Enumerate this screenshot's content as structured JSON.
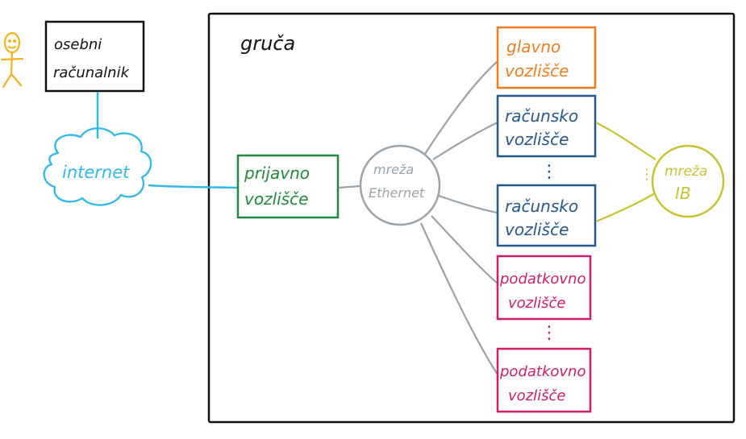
{
  "colors": {
    "black": "#111111",
    "person": "#f5b21b",
    "internet": "#2fb9ea",
    "login": "#1f8a3c",
    "ethernet": "#9aa3a9",
    "head": "#f07d1d",
    "compute": "#24578f",
    "data": "#d11c6a",
    "ib": "#c8c235"
  },
  "cluster": {
    "label": "gruča"
  },
  "personal_computer": {
    "line1": "osebni",
    "line2": "računalnik"
  },
  "internet": {
    "label": "internet"
  },
  "login_node": {
    "line1": "prijavno",
    "line2": "vozlišče"
  },
  "ethernet": {
    "line1": "mreža",
    "line2": "Ethernet"
  },
  "head_node": {
    "line1": "glavno",
    "line2": "vozlišče"
  },
  "compute_nodes": [
    {
      "line1": "računsko",
      "line2": "vozlišče"
    },
    {
      "line1": "računsko",
      "line2": "vozlišče"
    }
  ],
  "data_nodes": [
    {
      "line1": "podatkovno",
      "line2": "vozlišče"
    },
    {
      "line1": "podatkovno",
      "line2": "vozlišče"
    }
  ],
  "ib_network": {
    "line1": "mreža",
    "line2": "IB"
  },
  "ellipsis": "⋮",
  "icons": {
    "user": "stick-figure-icon",
    "cloud": "cloud-icon"
  }
}
